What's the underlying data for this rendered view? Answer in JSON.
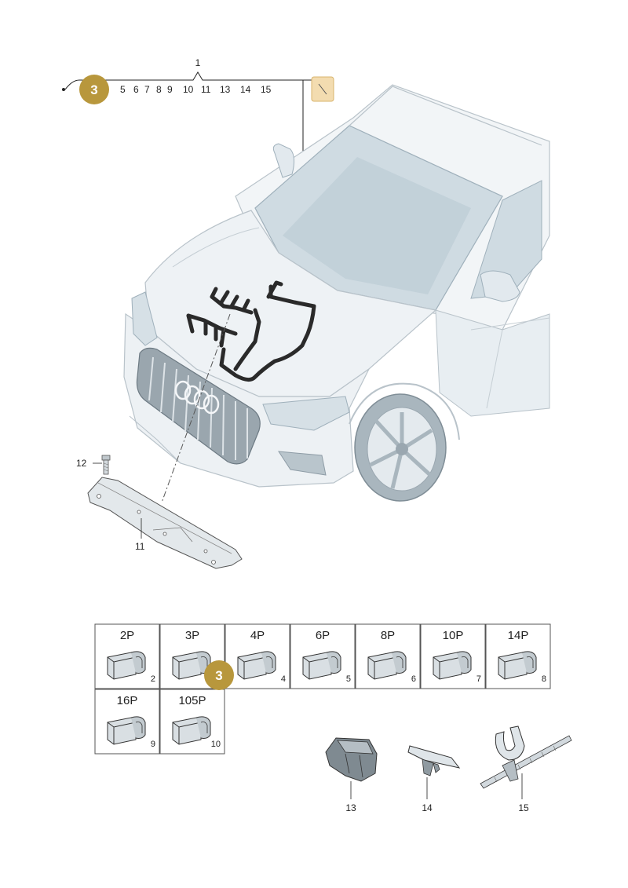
{
  "header": {
    "assembly_number": "1",
    "badge": "3",
    "part_sequence": [
      "5",
      "6",
      "7",
      "8",
      "9",
      "10",
      "11",
      "13",
      "14",
      "15"
    ]
  },
  "callouts": {
    "bolt": "12",
    "bracket": "11",
    "clip_housing": "13",
    "clip_plate": "14",
    "cable_tie": "15"
  },
  "connectors": [
    {
      "code": "2P",
      "num": "2"
    },
    {
      "code": "3P",
      "num": "3"
    },
    {
      "code": "4P",
      "num": "4"
    },
    {
      "code": "6P",
      "num": "5"
    },
    {
      "code": "8P",
      "num": "6"
    },
    {
      "code": "10P",
      "num": "7"
    },
    {
      "code": "14P",
      "num": "8"
    },
    {
      "code": "16P",
      "num": "9"
    },
    {
      "code": "105P",
      "num": "10"
    }
  ],
  "grid_badge": "3",
  "colors": {
    "badge": "#b8973c",
    "highlight_square": "#f3dcb0",
    "car_fill": "#e8eef2",
    "car_shade": "#c9d6de",
    "harness": "#2a2a2a"
  }
}
